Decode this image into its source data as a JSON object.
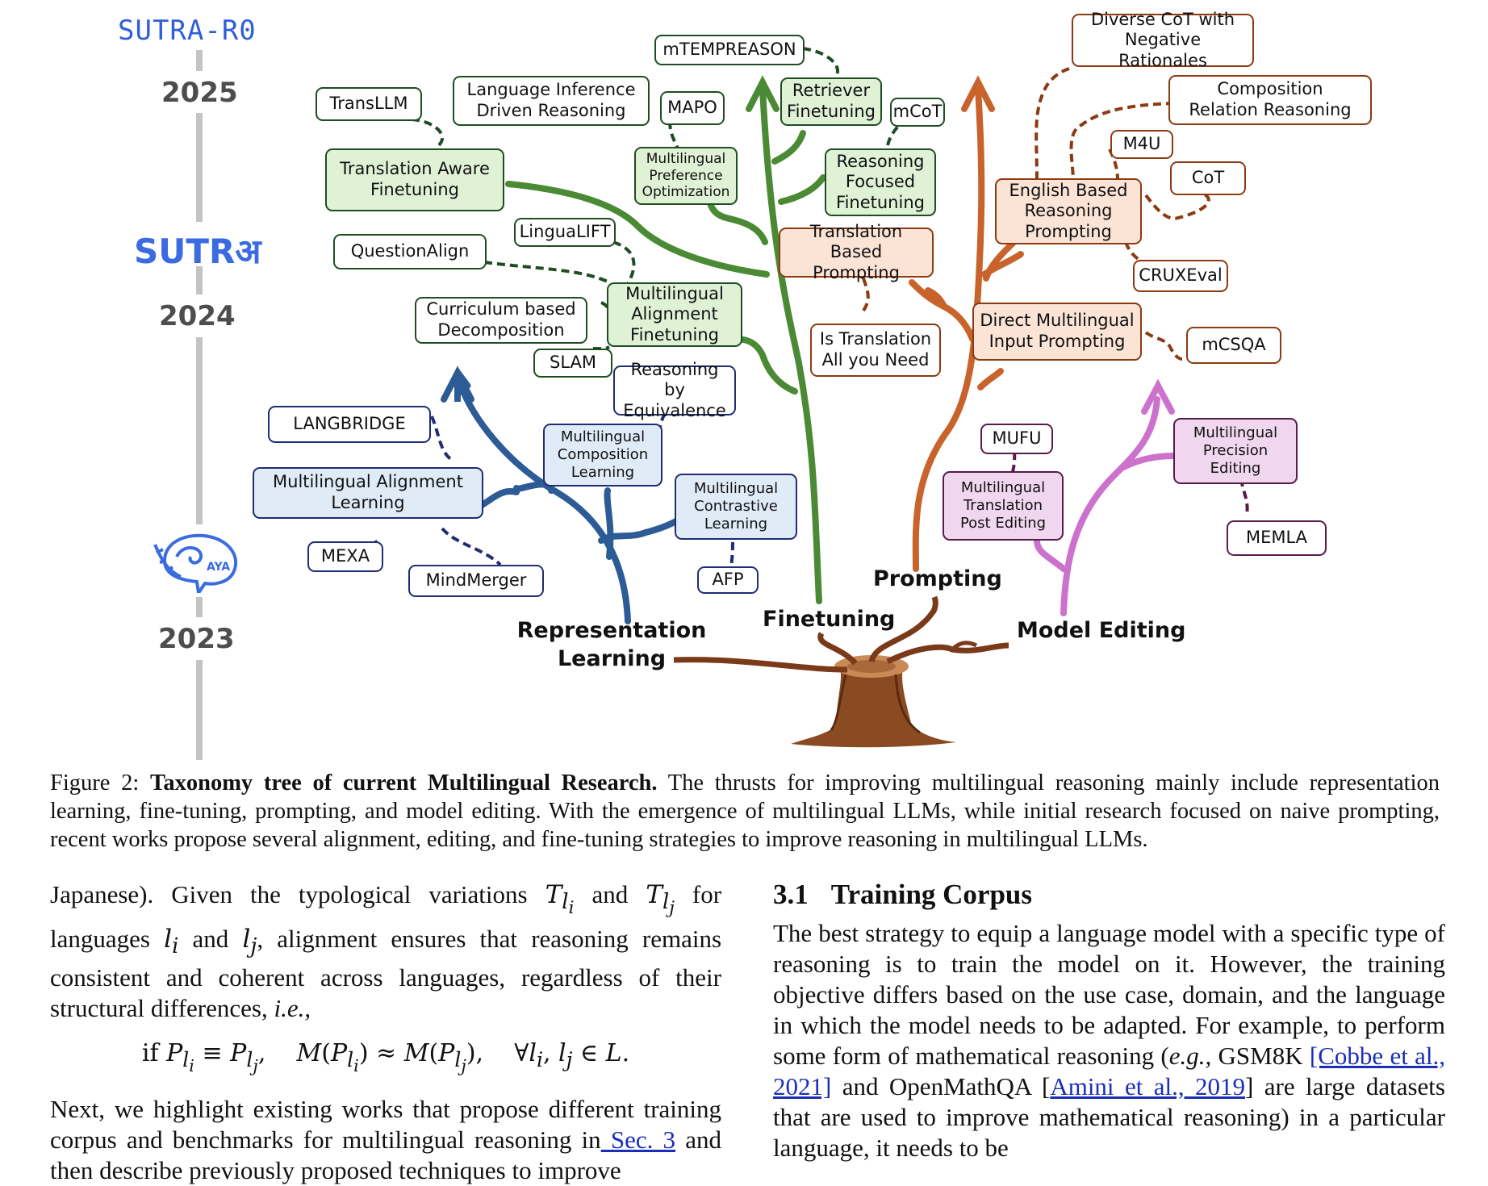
{
  "timeline": {
    "logos": [
      "SUTRA-R0",
      "SUTRअ",
      "AYA"
    ],
    "years": [
      "2025",
      "2024",
      "2023"
    ]
  },
  "figure": {
    "branch_labels": {
      "representation": "Representation\nLearning",
      "finetuning": "Finetuning",
      "prompting": "Prompting",
      "model_editing": "Model Editing"
    },
    "representation_learning": [
      "LANGBRIDGE",
      "Multilingual Alignment\nLearning",
      "MEXA",
      "MindMerger",
      "Multilingual\nComposition\nLearning",
      "Reasoning by\nEquivalence",
      "Multilingual\nContrastive\nLearning",
      "AFP"
    ],
    "finetuning": [
      "TransLLM",
      "Translation Aware\nFinetuning",
      "Language Inference\nDriven Reasoning",
      "MAPO",
      "Multilingual\nPreference\nOptimization",
      "mTEMPREASON",
      "Retriever\nFinetuning",
      "mCoT",
      "Reasoning\nFocused\nFinetuning",
      "QuestionAlign",
      "LinguaLIFT",
      "Multilingual\nAlignment\nFinetuning",
      "Curriculum based\nDecomposition",
      "SLAM"
    ],
    "prompting": [
      "Translation\nBased Prompting",
      "Is Translation\nAll you Need",
      "Diverse CoT with\nNegative Rationales",
      "Composition\nRelation Reasoning",
      "M4U",
      "CoT",
      "English Based\nReasoning\nPrompting",
      "CRUXEval",
      "Direct Multilingual\nInput Prompting",
      "mCSQA"
    ],
    "model_editing": [
      "MUFU",
      "Multilingual\nTranslation\nPost Editing",
      "Multilingual\nPrecision\nEditing",
      "MEMLA"
    ],
    "colors": {
      "representation": "#2d5b96",
      "finetuning": "#4a8a34",
      "prompting": "#c8632c",
      "model_editing": "#cc72cc",
      "trunk": "#7a3a1a",
      "timeline": "#c4c4c4"
    }
  },
  "caption": {
    "label": "Figure 2:",
    "title": "Taxonomy tree of current Multilingual Research.",
    "body": "The thrusts for improving multilingual reasoning mainly include representation learning, fine-tuning, prompting, and model editing. With the emergence of multilingual LLMs, while initial research focused on naive prompting, recent works propose several alignment, editing, and fine-tuning strategies to improve reasoning in multilingual LLMs."
  },
  "left_column": {
    "p1_a": "Japanese). Given the typological variations",
    "p1_b": "and",
    "p1_c": "for languages",
    "p1_d": "and",
    "p1_e": ", alignment ensures that reasoning remains consistent and coherent across languages, regardless of their structural differences,",
    "p1_ie": "i.e.,",
    "equation": "if P_li ≡ P_lj,   M(P_li) ≈ M(P_lj),   ∀li, lj ∈ L.",
    "p2_a": "Next, we highlight existing works that propose different training corpus and benchmarks for multilingual reasoning in",
    "p2_link": " Sec. 3",
    "p2_b": "and then describe previously proposed techniques to improve"
  },
  "right_column": {
    "section_number": "3.1",
    "section_title": "Training Corpus",
    "p_a": "The best strategy to equip a language model with a specific type of reasoning is to train the model on it. However, the training objective differs based on the use case, domain, and the language in which the model needs to be adapted. For example, to perform some form of mathematical reasoning (",
    "p_eg": "e.g.,",
    "p_b": " GSM8K",
    "p_cite1": "[Cobbe et al., 2021]",
    "p_c": " and OpenMathQA [",
    "p_cite2": "Amini et al., 2019",
    "p_d": "] are large datasets that are used to improve mathematical reasoning) in a particular language, it needs to be"
  }
}
